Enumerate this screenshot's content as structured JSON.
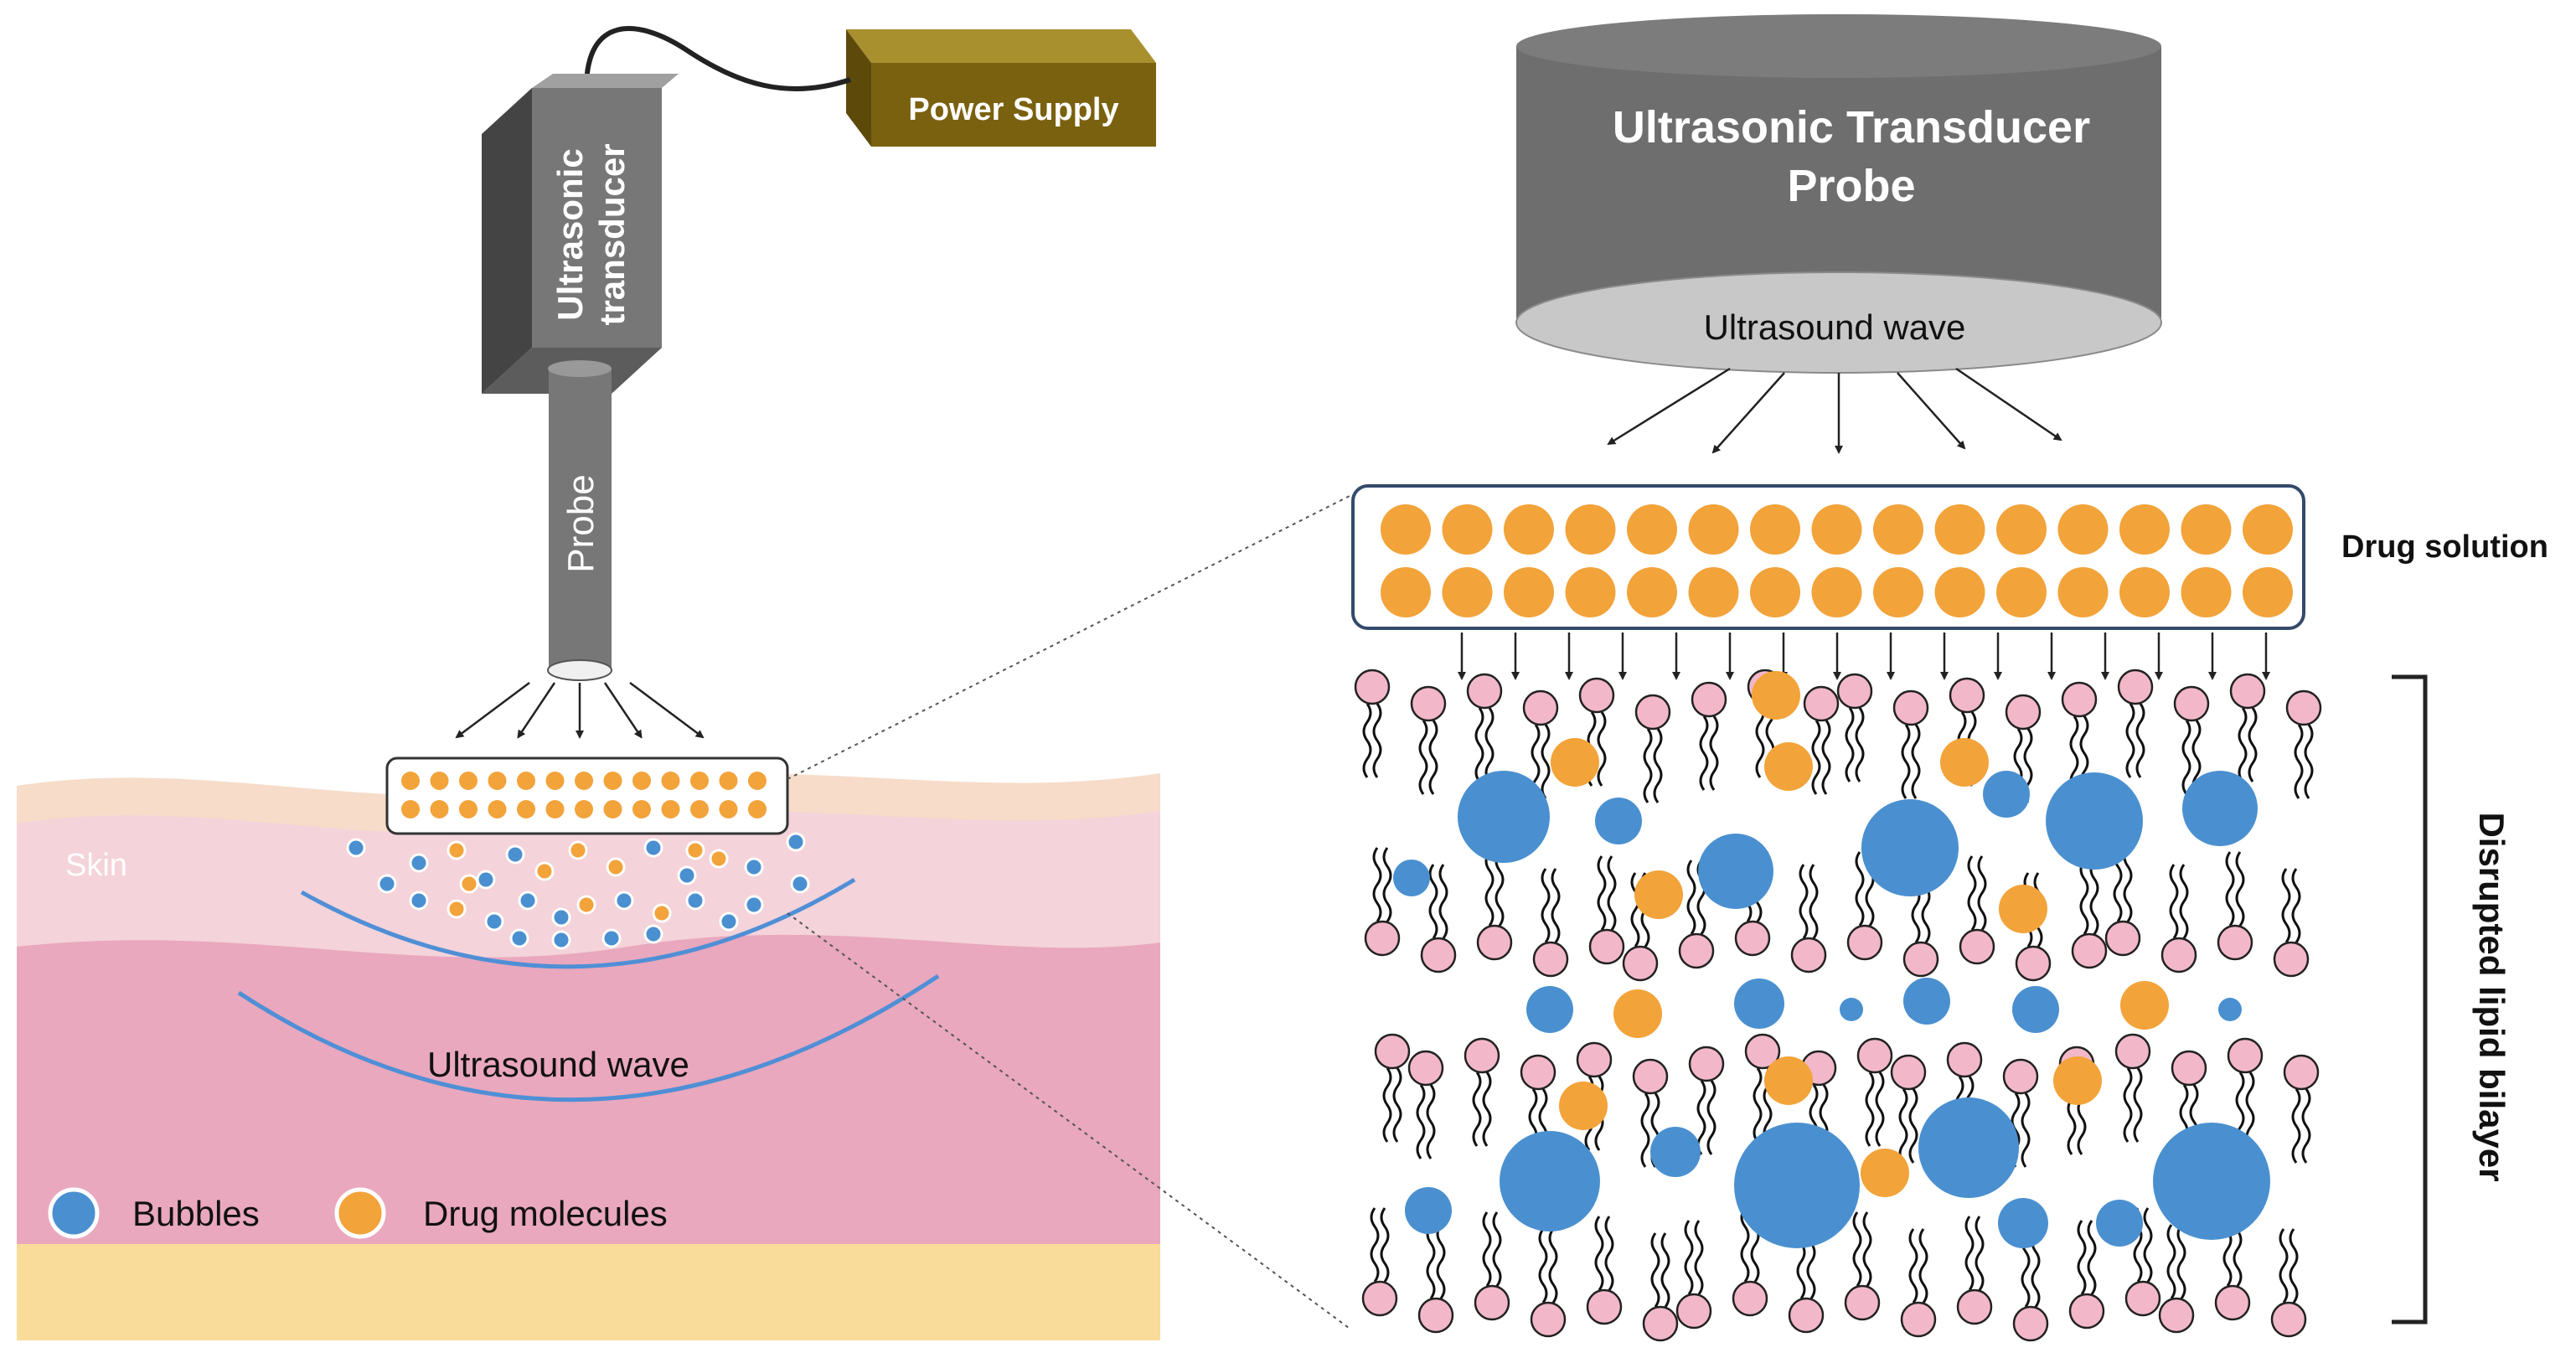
{
  "labels": {
    "power_supply": "Power Supply",
    "transducer_line1": "Ultrasonic",
    "transducer_line2": "transducer",
    "probe": "Probe",
    "skin": "Skin",
    "ultrasound_wave_left": "Ultrasound wave",
    "legend_bubbles": "Bubbles",
    "legend_drug": "Drug molecules",
    "probe_title_line1": "Ultrasonic Transducer",
    "probe_title_line2": "Probe",
    "ultrasound_wave_right": "Ultrasound wave",
    "drug_solution": "Drug solution",
    "bilayer": "Disrupted lipid bilayer"
  },
  "colors": {
    "transducer_gray": "#6e6e6e",
    "power_supply_brown": "#7a6110",
    "drug_orange": "#f2a33a",
    "bubble_blue": "#4a90d0",
    "lipid_pink": "#f2b8c9",
    "skin_top": "#f4d0d6",
    "dermis": "#e9a8bd",
    "fat_layer": "#f9dc9a",
    "wave_blue": "#4f8fd6"
  }
}
